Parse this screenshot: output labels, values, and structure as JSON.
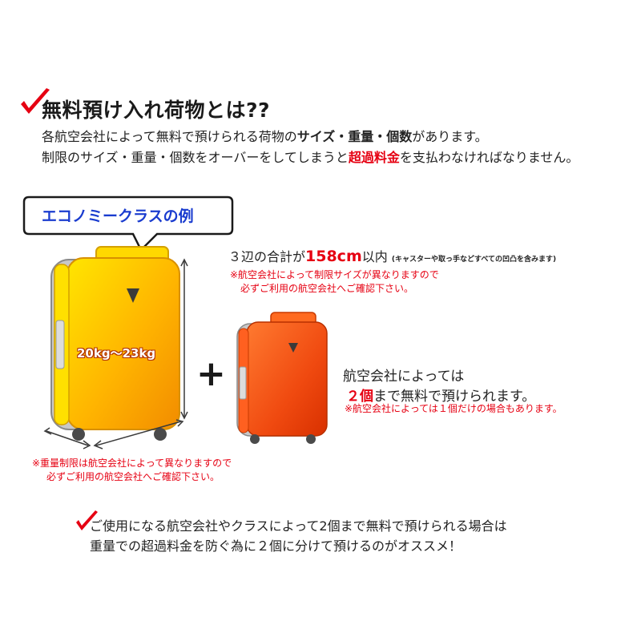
{
  "heading": {
    "title": "無料預け入れ荷物とは??"
  },
  "intro": {
    "line1_a": "各航空会社によって無料で預けられる荷物の",
    "line1_b": "サイズ・重量・個数",
    "line1_c": "があります。",
    "line2_a": "制限のサイズ・重量・個数をオーバーをしてしまうと",
    "line2_b": "超過料金",
    "line2_c": "を支払わなければなりません。"
  },
  "bubble": {
    "label": "エコノミークラスの例"
  },
  "size_rule": {
    "prefix": "３辺の合計が",
    "value": "158cm",
    "suffix": "以内",
    "detail": "(キャスターや取っ手などすべての凹凸を含みます)",
    "note1": "※航空会社によって制限サイズが異なりますので",
    "note2": "必ずご利用の航空会社へご確認下さい。"
  },
  "weight": {
    "tag": "20kg～23kg",
    "note1": "※重量制限は航空会社によって異なりますので",
    "note2": "必ずご利用の航空会社へご確認下さい。"
  },
  "plus_sign": "+",
  "count_rule": {
    "line1": "航空会社によっては",
    "count": "２個",
    "line2": "まで無料で預けられます。",
    "note": "※航空会社によっては１個だけの場合もあります。"
  },
  "closing": {
    "line1": "ご使用になる航空会社やクラスによって2個まで無料で預けられる場合は",
    "line2": "重量での超過料金を防ぐ為に２個に分けて預けるのがオススメ！"
  },
  "colors": {
    "accent_red": "#e60012",
    "bubble_blue": "#1a3ccf",
    "suitcase_large": "#f5a800",
    "suitcase_small": "#f04a10"
  },
  "icons": [
    "check-icon",
    "speech-bubble",
    "suitcase-large",
    "suitcase-small",
    "dimension-arrows"
  ]
}
